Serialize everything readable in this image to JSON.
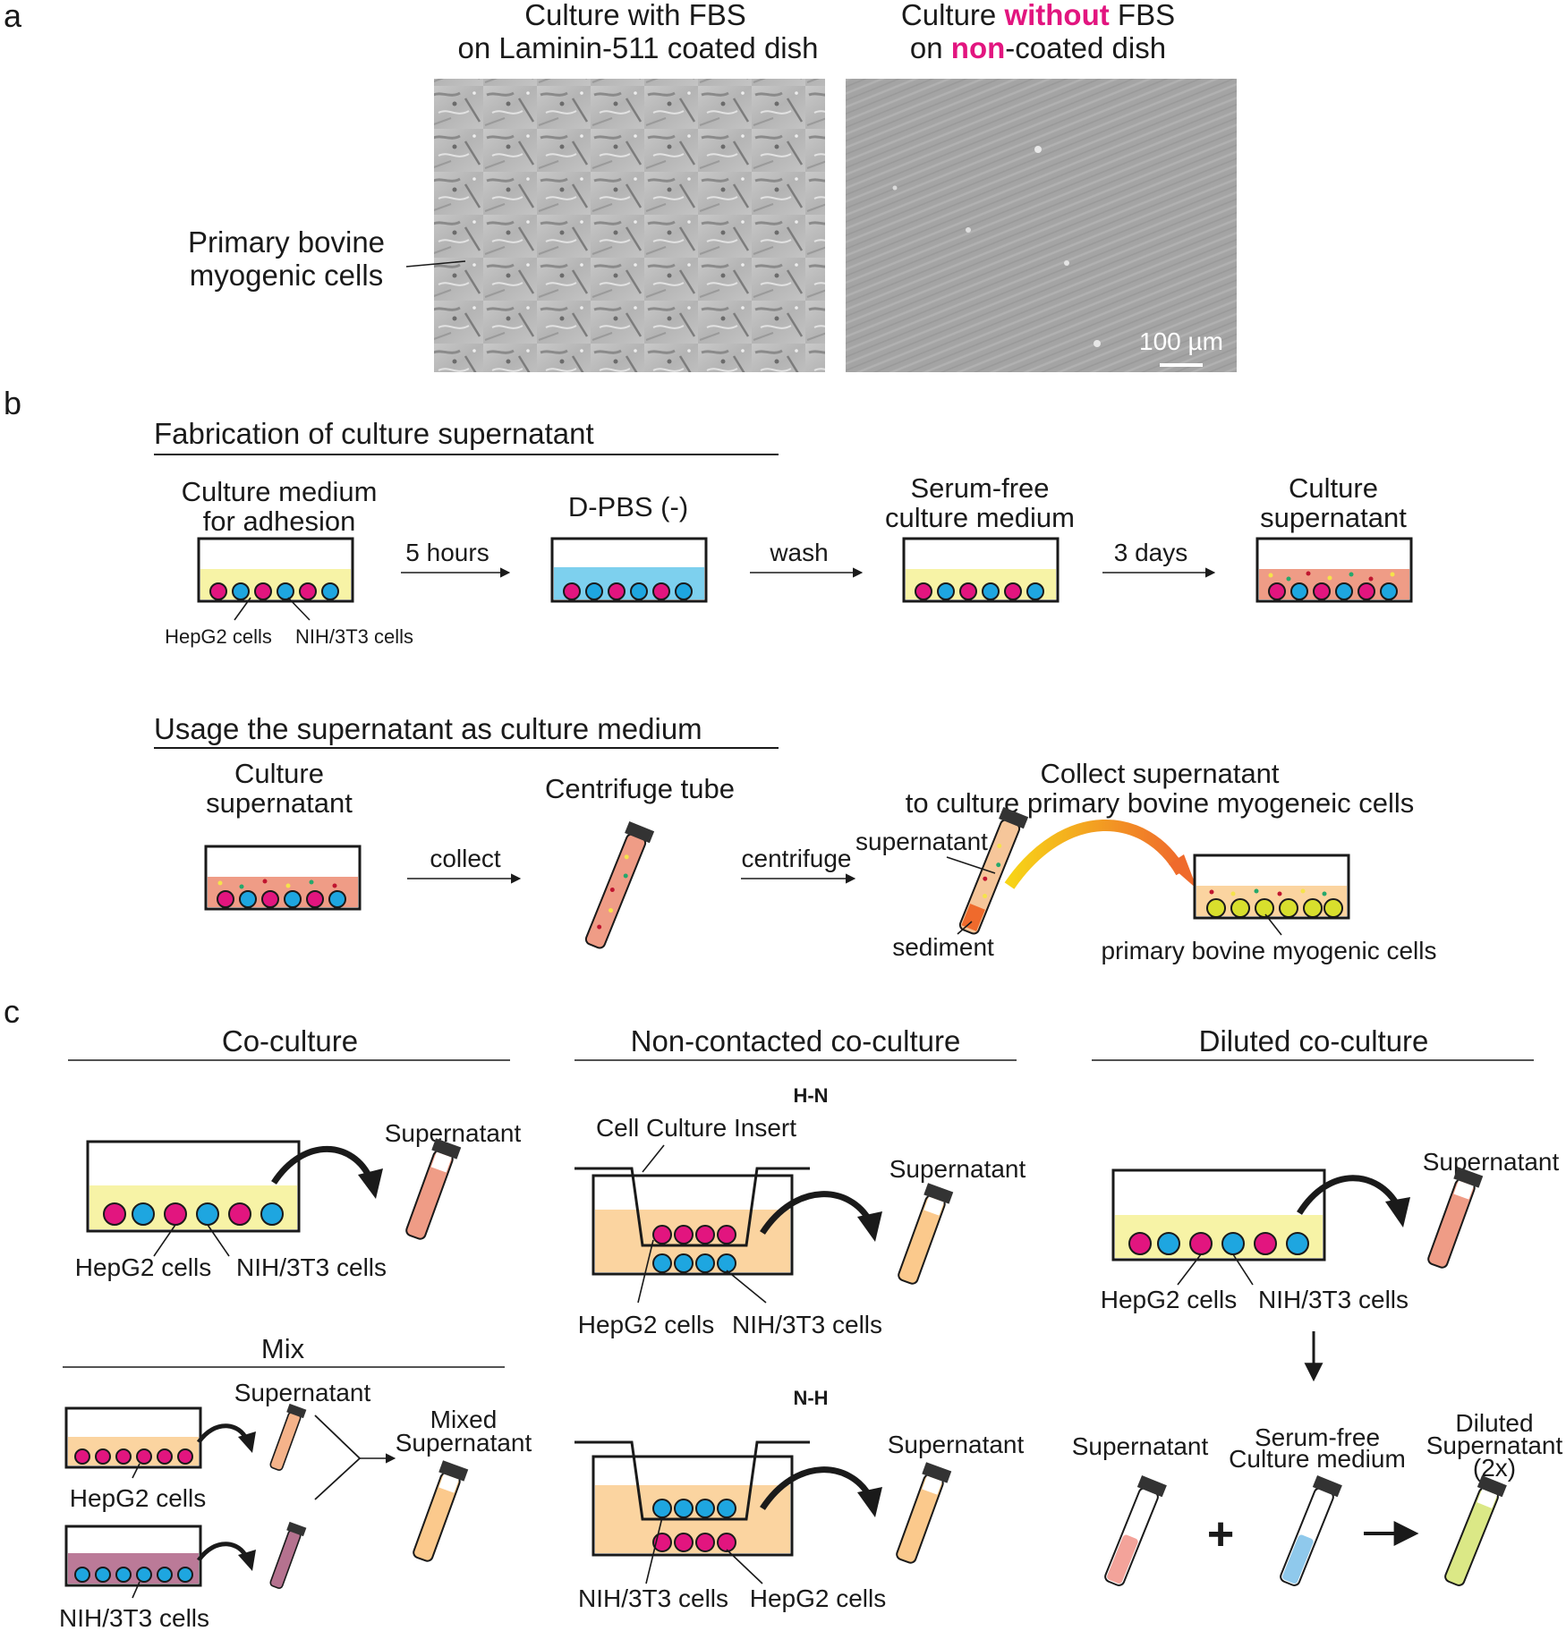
{
  "panel_labels": {
    "a": "a",
    "b": "b",
    "c": "c"
  },
  "panel_a": {
    "left_title_line1": "Culture with FBS",
    "left_title_line2": "on Laminin-511 coated dish",
    "right_title_line1_part1": "Culture ",
    "right_title_line1_highlight": "without",
    "right_title_line1_part2": " FBS",
    "right_title_line2_part1": "on ",
    "right_title_line2_highlight": "non",
    "right_title_line2_part2": "-coated dish",
    "cells_label_line1": "Primary bovine",
    "cells_label_line2": "myogenic cells",
    "scale_bar": "100 µm"
  },
  "panel_b": {
    "fabrication_title": "Fabrication of culture supernatant",
    "step1_label_line1": "Culture medium",
    "step1_label_line2": "for adhesion",
    "arrow1": "5 hours",
    "step2_label": "D-PBS (-)",
    "arrow2": "wash",
    "step3_label_line1": "Serum-free",
    "step3_label_line2": "culture medium",
    "arrow3": "3 days",
    "step4_label_line1": "Culture",
    "step4_label_line2": "supernatant",
    "hepg2_label": "HepG2 cells",
    "nih_label": "NIH/3T3 cells",
    "usage_title": "Usage the supernatant as culture medium",
    "usage_step1_line1": "Culture",
    "usage_step1_line2": "supernatant",
    "usage_arrow1": "collect",
    "usage_step2": "Centrifuge tube",
    "usage_arrow2": "centrifuge",
    "usage_step3_line1": "Collect supernatant",
    "usage_step3_line2": "to culture primary bovine myogeneic cells",
    "supernatant_label": "supernatant",
    "sediment_label": "sediment",
    "myogenic_label": "primary bovine myogenic cells"
  },
  "panel_c": {
    "coculture_title": "Co-culture",
    "noncontact_title": "Non-contacted co-culture",
    "diluted_title": "Diluted co-culture",
    "mix_title": "Mix",
    "supernatant": "Supernatant",
    "hepg2": "HepG2 cells",
    "nih": "NIH/3T3 cells",
    "hn_label": "H-N",
    "nh_label": "N-H",
    "insert_label": "Cell Culture Insert",
    "mixed_line1": "Mixed",
    "mixed_line2": "Supernatant",
    "serumfree_line1": "Serum-free",
    "serumfree_line2": "Culture medium",
    "diluted_line1": "Diluted",
    "diluted_line2": "Supernatant",
    "diluted_line3": "(2x)",
    "plus": "+"
  },
  "colors": {
    "magenta": "#e2157f",
    "cyan": "#1ea6e0",
    "medium_yellow": "#f7f3a6",
    "dpbs_blue": "#7dd0ee",
    "supernatant_salmon": "#ef9c86",
    "medium_orange": "#fbd4a0",
    "nih_purple": "#bb7a98",
    "diluted_green": "#dbe886"
  }
}
